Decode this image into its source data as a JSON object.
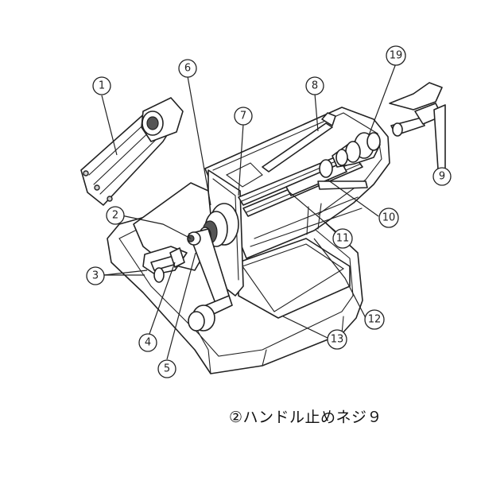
{
  "callouts": [
    {
      "id": "c1",
      "label": "1"
    },
    {
      "id": "c2",
      "label": "2"
    },
    {
      "id": "c3",
      "label": "3"
    },
    {
      "id": "c4",
      "label": "4"
    },
    {
      "id": "c5",
      "label": "5"
    },
    {
      "id": "c6",
      "label": "6"
    },
    {
      "id": "c7",
      "label": "7"
    },
    {
      "id": "c8",
      "label": "8"
    },
    {
      "id": "c9",
      "label": "9"
    },
    {
      "id": "c10",
      "label": "10"
    },
    {
      "id": "c11",
      "label": "11"
    },
    {
      "id": "c12",
      "label": "12"
    },
    {
      "id": "c13",
      "label": "13"
    },
    {
      "id": "c19",
      "label": "19"
    }
  ],
  "caption": "②ハンドル止めネジ９",
  "colors": {
    "line": "#222222",
    "background": "#ffffff",
    "shade": "#cfcfcf"
  }
}
